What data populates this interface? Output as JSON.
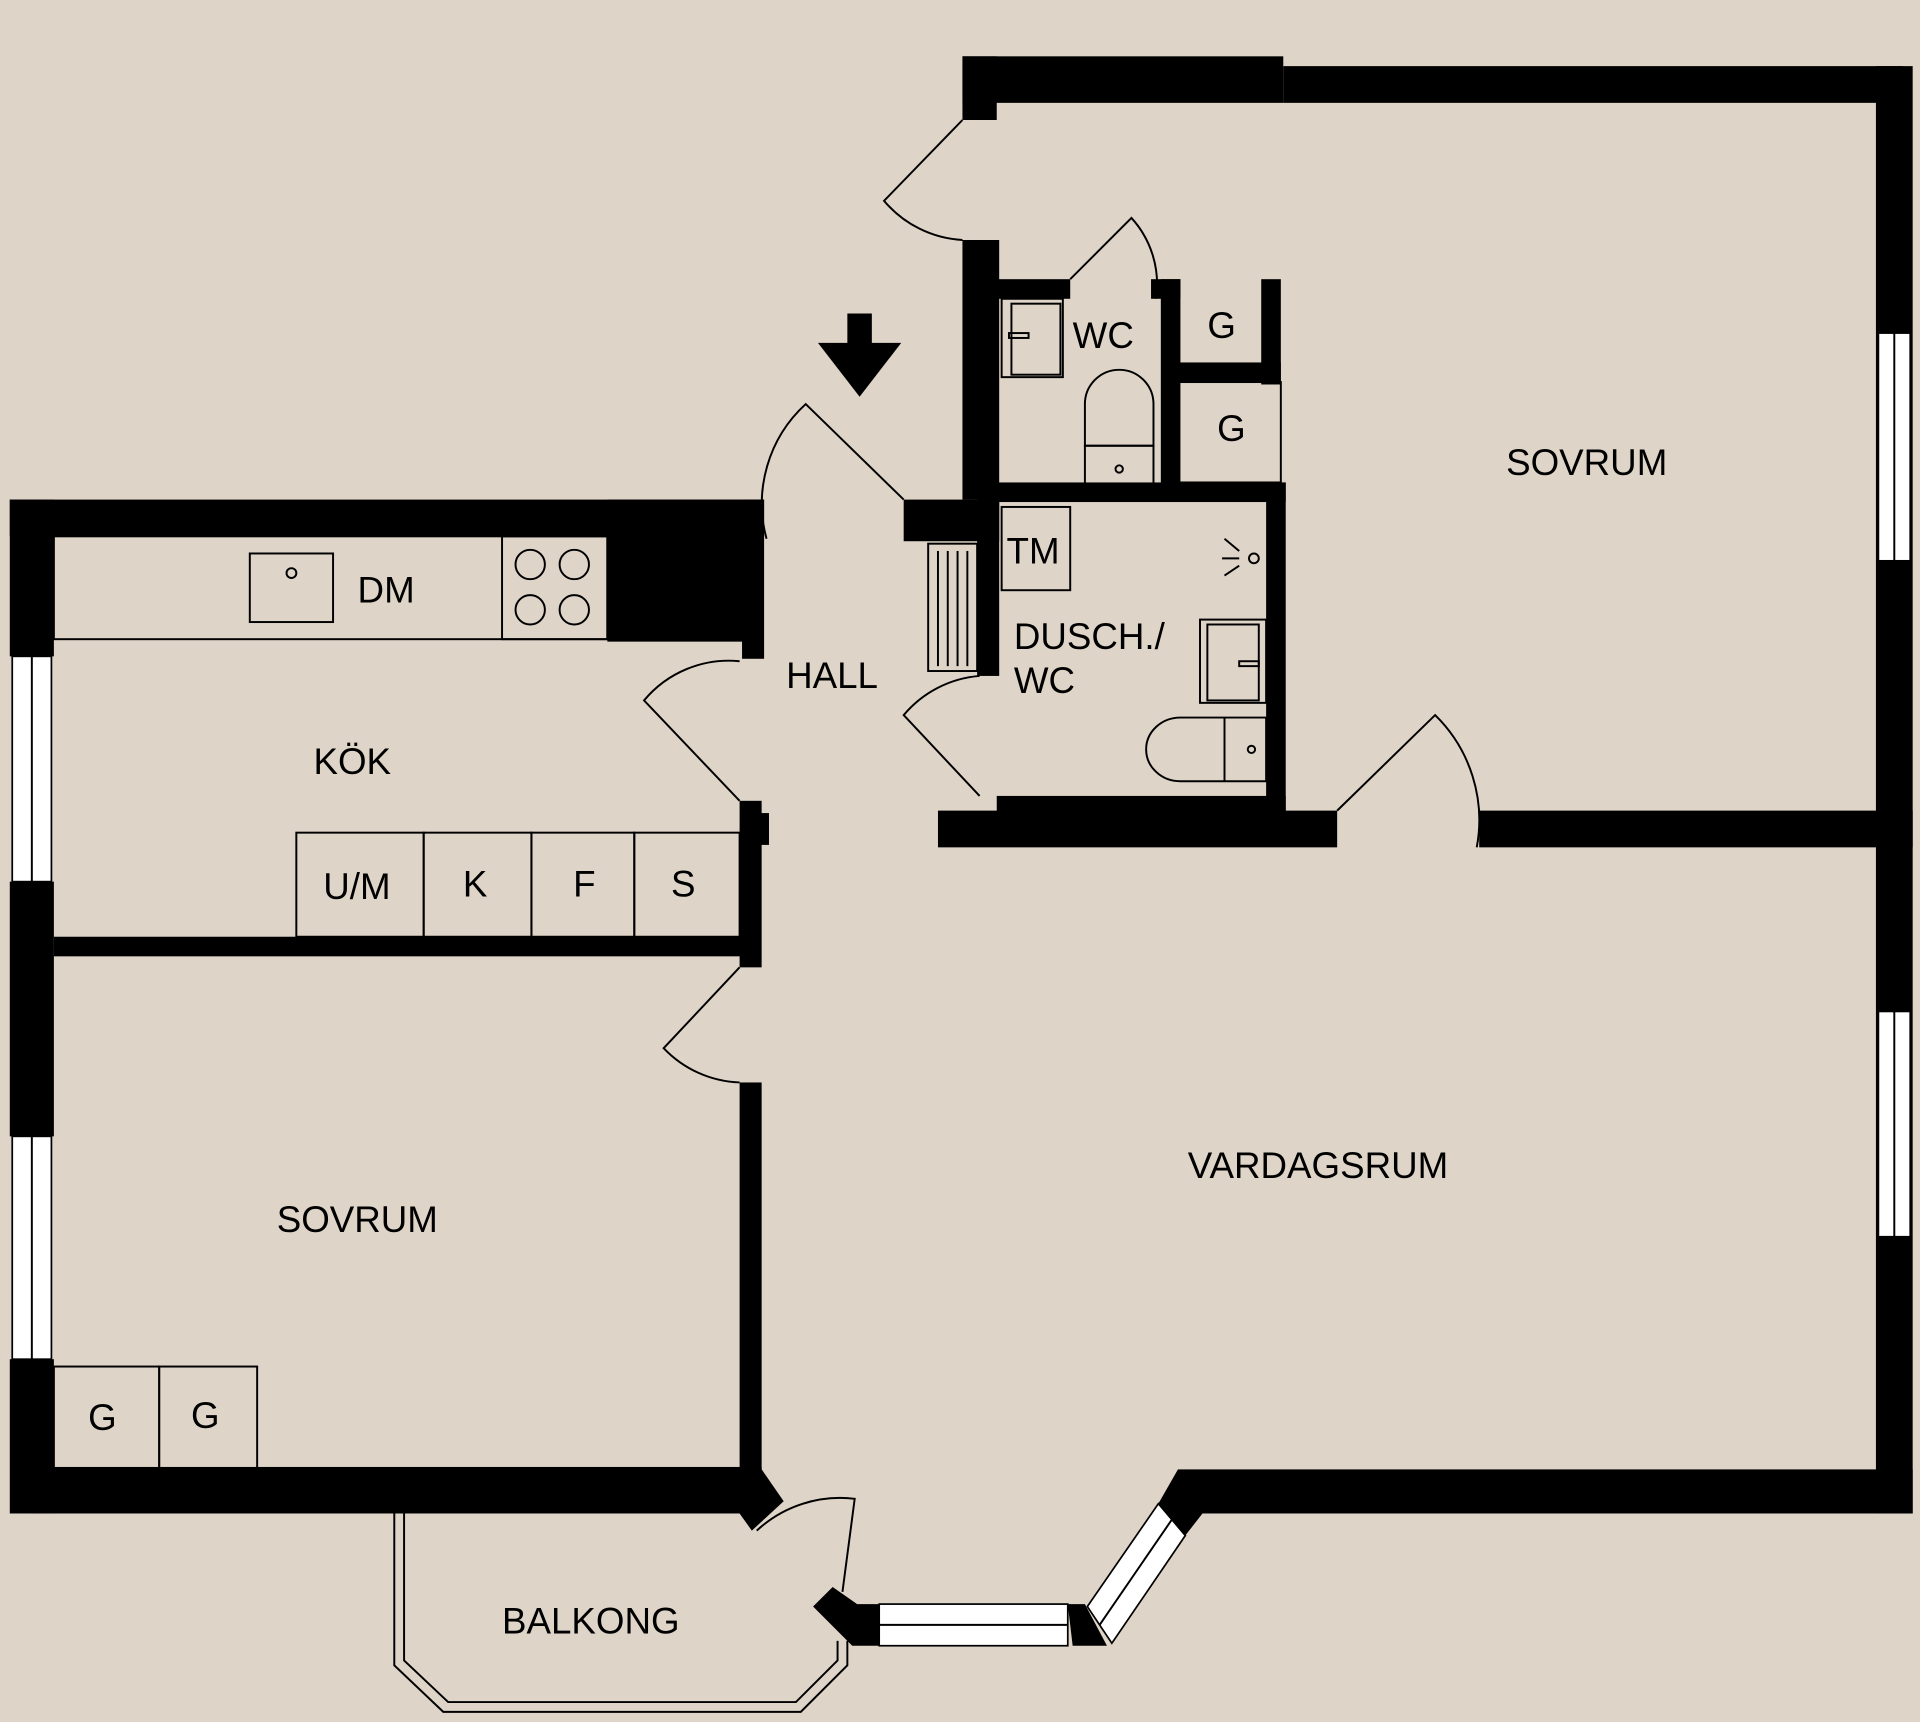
{
  "plan": {
    "background": "#ded4c8",
    "wall_color": "#000000",
    "window_color": "#ffffff",
    "entrance_marker": "arrow-down-icon"
  },
  "rooms": {
    "kitchen": "KÖK",
    "hall": "HALL",
    "wc": "WC",
    "shower_wc_line1": "DUSCH./",
    "shower_wc_line2": "WC",
    "bedroom_right": "SOVRUM",
    "bedroom_left": "SOVRUM",
    "living_room": "VARDAGSRUM",
    "balcony": "BALKONG"
  },
  "fixtures": {
    "dishwasher": "DM",
    "washer": "TM",
    "wardrobe_wc_1": "G",
    "wardrobe_wc_2": "G",
    "kitchen_units": [
      "U/M",
      "K",
      "F",
      "S"
    ],
    "wardrobe_bed_1": "G",
    "wardrobe_bed_2": "G"
  }
}
